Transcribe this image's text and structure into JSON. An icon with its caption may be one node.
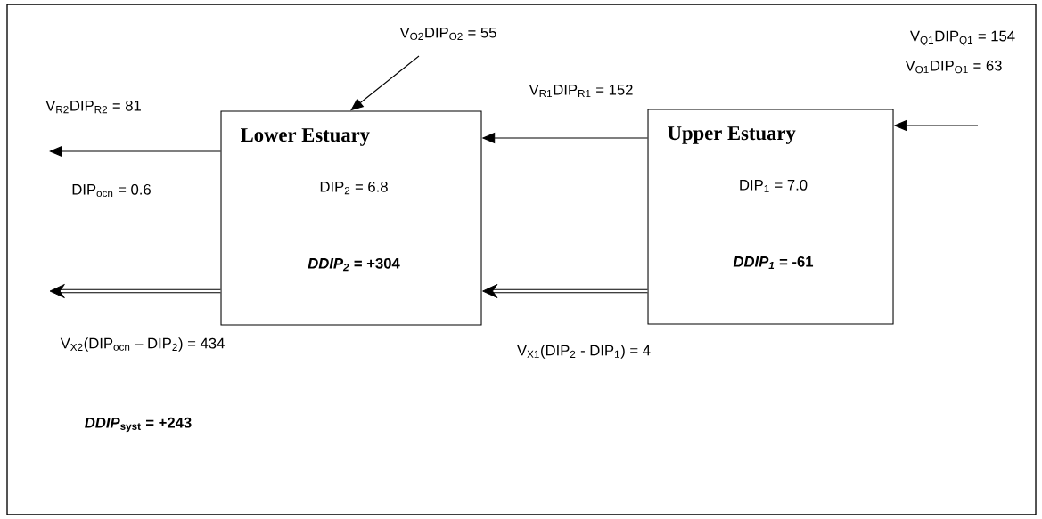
{
  "diagram": {
    "nodes": [
      {
        "text": [
          "Lower Estuary",
          "DIP$_{2}$ = 6.8",
          "*DDIP$_{2}$* = +304"
        ]
      },
      {
        "text": [
          "Upper Estuary",
          "DIP$_{1}$ = 7.0",
          "*DDIP$_{1}$* = -61"
        ]
      }
    ],
    "edges": [
      {
        "from": 1,
        "to": 0,
        "arrow": "to",
        "label": "V$_{R1}$DIP$_{R1}$ = 152"
      },
      {
        "from": 1,
        "to": 0,
        "arrow": "to",
        "style": "thick",
        "label": "V$_{X1}$(DIP$_{2}$ - DIP$_{1}$) = 4"
      },
      {
        "from": null,
        "to": 1,
        "arrow": "to"
      },
      {
        "from": null,
        "to": 0,
        "arrow": "to",
        "label": "V$_{O2}$DIP$_{O2}$ = 55"
      },
      {
        "from": 0,
        "to": null,
        "arrow": "to",
        "label": "V$_{R2}$DIP$_{R2}$ = 81"
      },
      {
        "from": 0,
        "to": null,
        "arrow": "to",
        "style": "thick",
        "label": "V$_{X2}$(DIP$_{ocn}$ – DIP$_{2}$) = 434"
      }
    ],
    "labels": [
      "V$_{Q1}$DIP$_{Q1}$ = 154",
      "V$_{O1}$DIP$_{O1}$ = 63",
      "DIP$_{ocn}$ = 0.6",
      "*DDIP*$_{syst}$ = +243"
    ]
  }
}
